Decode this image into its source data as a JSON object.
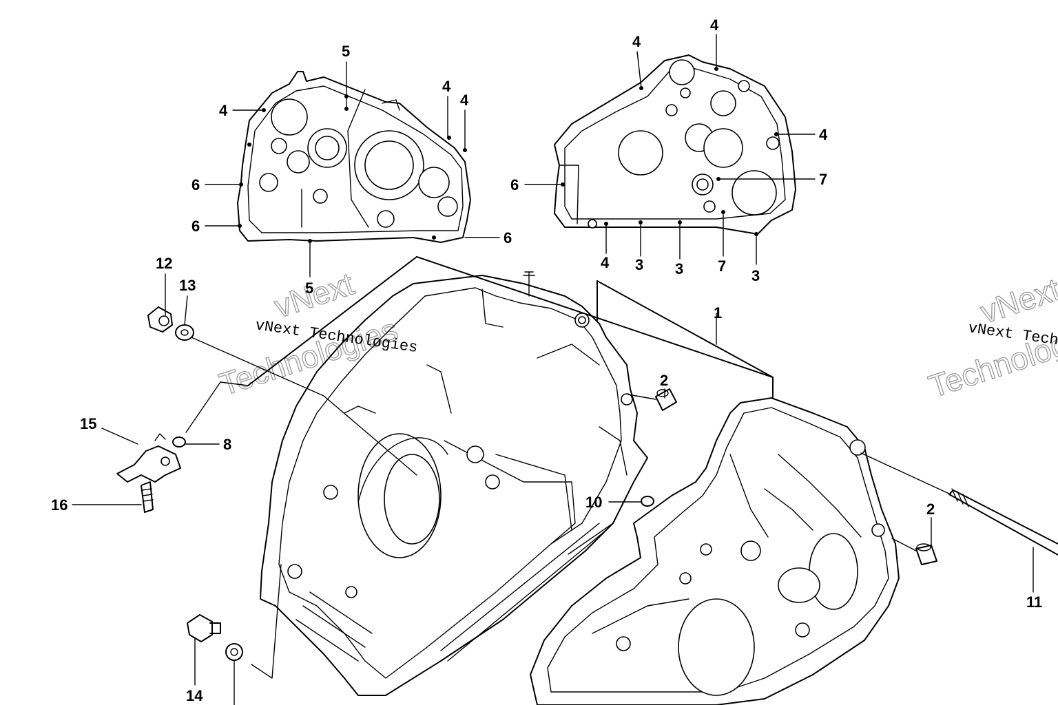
{
  "callouts": [
    {
      "text": "1"
    },
    {
      "text": "2"
    },
    {
      "text": "2"
    },
    {
      "text": "3"
    },
    {
      "text": "3"
    },
    {
      "text": "3"
    },
    {
      "text": "4"
    },
    {
      "text": "4"
    },
    {
      "text": "4"
    },
    {
      "text": "4"
    },
    {
      "text": "4"
    },
    {
      "text": "4"
    },
    {
      "text": "4"
    },
    {
      "text": "5"
    },
    {
      "text": "5"
    },
    {
      "text": "6"
    },
    {
      "text": "6"
    },
    {
      "text": "6"
    },
    {
      "text": "6"
    },
    {
      "text": "7"
    },
    {
      "text": "7"
    },
    {
      "text": "8"
    },
    {
      "text": "10"
    },
    {
      "text": "11"
    },
    {
      "text": "12"
    },
    {
      "text": "13"
    },
    {
      "text": "14"
    },
    {
      "text": "15"
    },
    {
      "text": "16"
    }
  ],
  "watermarks": [
    {
      "line1": "vNext",
      "line2": "Technologies",
      "caption": "vNext Technologies"
    },
    {
      "line1": "vNext",
      "line2": "Technologies",
      "caption": "vNext Technologies"
    }
  ]
}
